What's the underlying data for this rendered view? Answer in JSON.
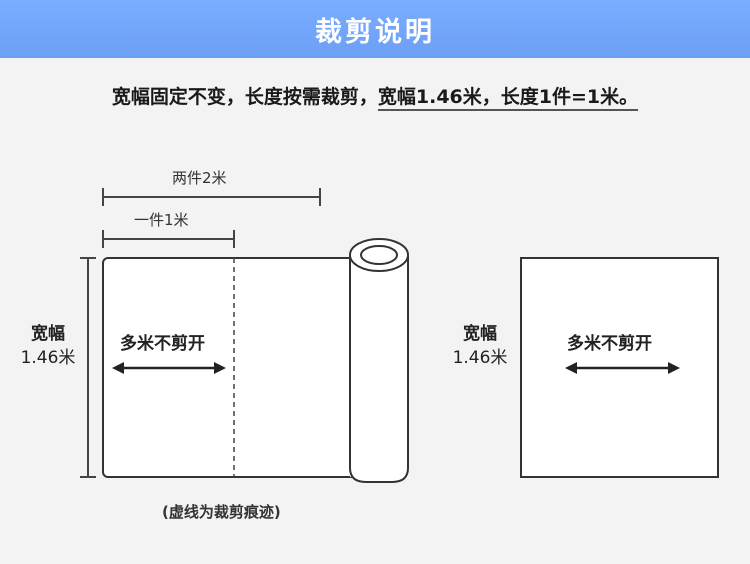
{
  "header": {
    "title": "裁剪说明"
  },
  "description": {
    "part1": "宽幅固定不变，长度按需裁剪，",
    "part2": "宽幅1.46米，长度1件=1米。"
  },
  "roll_diagram": {
    "dim_two_pieces": "两件2米",
    "dim_one_piece": "一件1米",
    "width_label": "宽幅",
    "width_value": "1.46米",
    "no_cut_text": "多米不剪开",
    "note": "(虚线为裁剪痕迹)"
  },
  "sheet_diagram": {
    "width_label": "宽幅",
    "width_value": "1.46米",
    "no_cut_text": "多米不剪开"
  }
}
